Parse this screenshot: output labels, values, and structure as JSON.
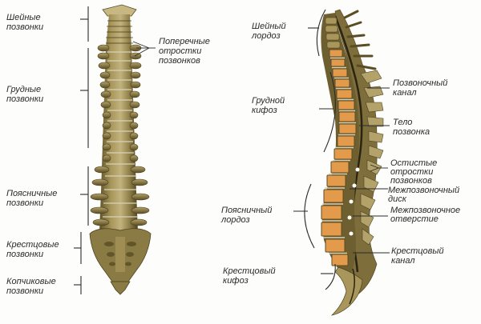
{
  "diagram": {
    "type": "anatomical-illustration",
    "subject": "Позвоночник человека",
    "colors": {
      "bone": "#8c7b44",
      "bone_dark": "#4e4220",
      "bone_light": "#c9b98a",
      "vertebral_body_cut": "#e39a4a",
      "disc": "#dcd6c0",
      "line": "#2a2a2a",
      "background": "#fdfdfb"
    },
    "front_view": {
      "labels": [
        {
          "id": "cervical",
          "line1": "Шейные",
          "line2": "позвонки"
        },
        {
          "id": "thoracic",
          "line1": "Грудные",
          "line2": "позвонки"
        },
        {
          "id": "lumbar",
          "line1": "Поясничные",
          "line2": "позвонки"
        },
        {
          "id": "sacral",
          "line1": "Крестцовые",
          "line2": "позвонки"
        },
        {
          "id": "coccygeal",
          "line1": "Копчиковые",
          "line2": "позвонки"
        }
      ],
      "callout": {
        "line1": "Поперечные",
        "line2": "отростки",
        "line3": "позвонков"
      }
    },
    "side_view": {
      "curves": [
        {
          "id": "cervical-lordosis",
          "line1": "Шейный",
          "line2": "лордоз"
        },
        {
          "id": "thoracic-kyphosis",
          "line1": "Грудной",
          "line2": "кифоз"
        },
        {
          "id": "lumbar-lordosis",
          "line1": "Поясничный",
          "line2": "лордоз"
        },
        {
          "id": "sacral-kyphosis",
          "line1": "Крестцовый",
          "line2": "кифоз"
        }
      ],
      "callouts": [
        {
          "id": "spinal-canal",
          "line1": "Позвоночный",
          "line2": "канал"
        },
        {
          "id": "vertebral-body",
          "line1": "Тело",
          "line2": "позвонка"
        },
        {
          "id": "spinous-processes",
          "line1": "Остистые",
          "line2": "отростки",
          "line3": "позвонков"
        },
        {
          "id": "intervertebral-disc",
          "line1": "Межпозвоночный",
          "line2": "диск"
        },
        {
          "id": "intervertebral-foramen",
          "line1": "Межпозвоночное",
          "line2": "отверстие"
        },
        {
          "id": "sacral-canal",
          "line1": "Крестцовый",
          "line2": "канал"
        }
      ]
    }
  }
}
